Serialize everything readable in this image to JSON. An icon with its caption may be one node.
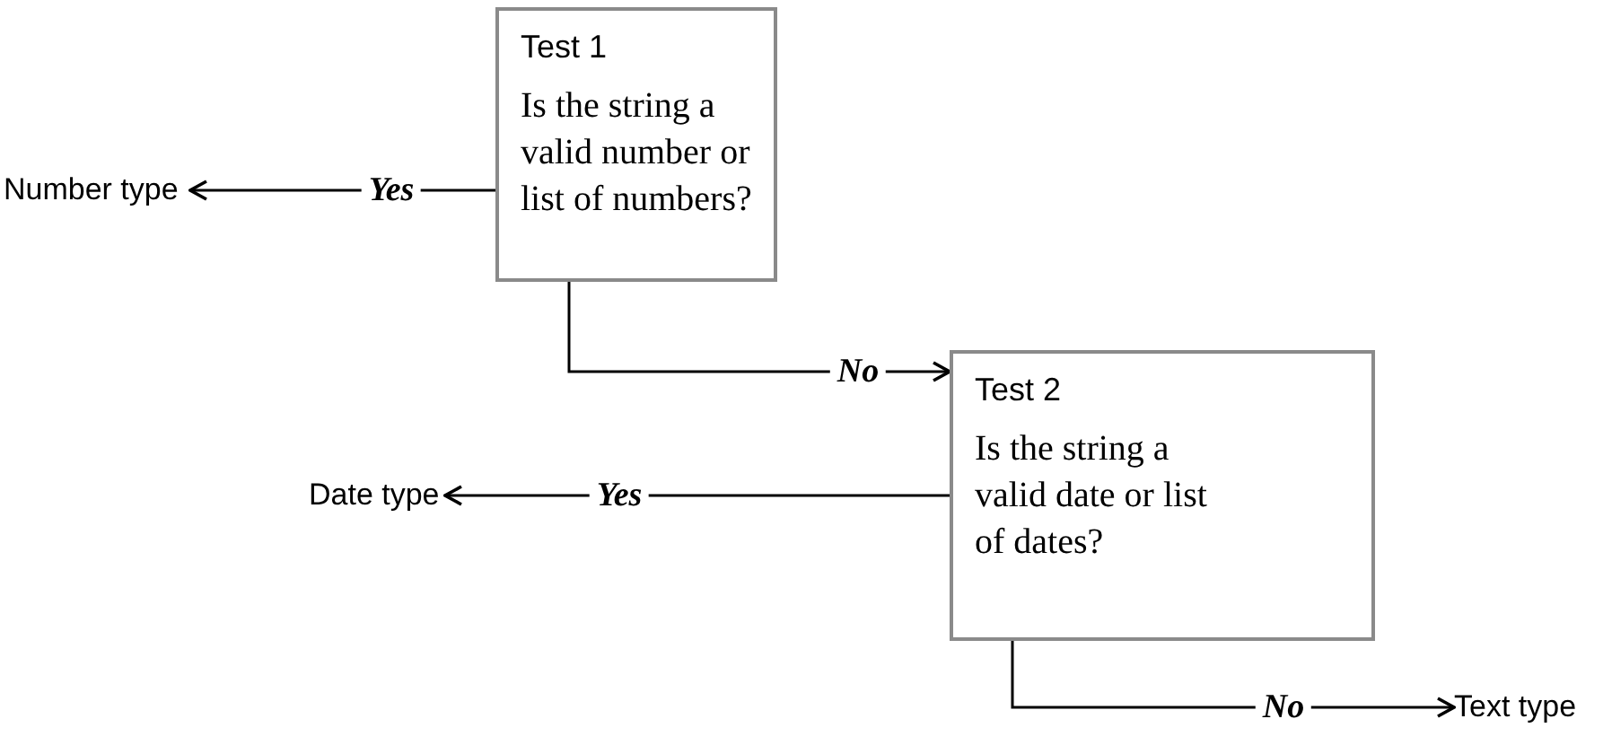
{
  "diagram": {
    "nodes": [
      {
        "text": [
          "Test 1",
          "Is the string a valid number or list of numbers?"
        ]
      },
      {
        "text": [
          "Test 2",
          "Is the string a valid date or list of dates?"
        ]
      },
      {
        "text": [
          "Number type"
        ]
      },
      {
        "text": [
          "Date type"
        ]
      },
      {
        "text": [
          "Text type"
        ]
      }
    ],
    "edges": [
      {
        "from": 0,
        "to": 2,
        "arrow": "to",
        "label": "Yes"
      },
      {
        "from": 0,
        "to": 1,
        "arrow": "to",
        "label": "No"
      },
      {
        "from": 1,
        "to": 3,
        "arrow": "to",
        "label": "Yes"
      },
      {
        "from": 1,
        "to": 4,
        "arrow": "to",
        "label": "No"
      }
    ]
  }
}
